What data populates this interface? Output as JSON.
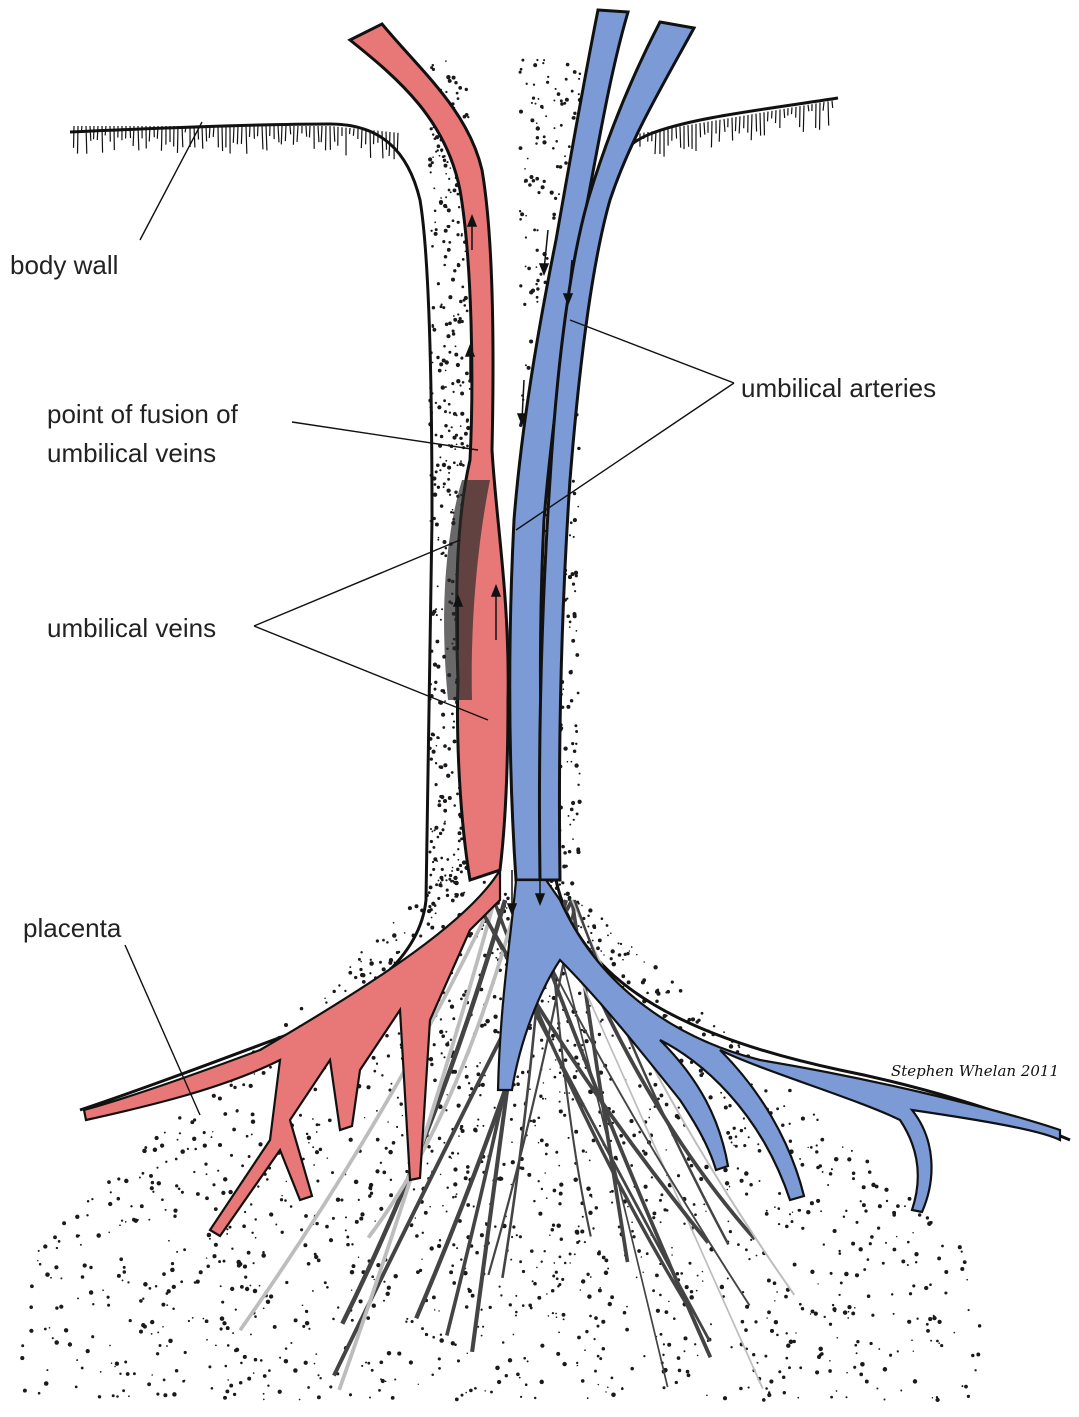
{
  "labels": {
    "body_wall": "body wall",
    "fusion_line1": "point of fusion of",
    "fusion_line2": "umbilical veins",
    "arteries": "umbilical arteries",
    "veins": "umbilical veins",
    "placenta": "placenta"
  },
  "signature": "Stephen Whelan 2011",
  "colors": {
    "vein": "#e87878",
    "artery": "#7b9ad6",
    "outline": "#111111",
    "stipple": "#1a1a1a",
    "shadow": "#bdbdbd"
  }
}
